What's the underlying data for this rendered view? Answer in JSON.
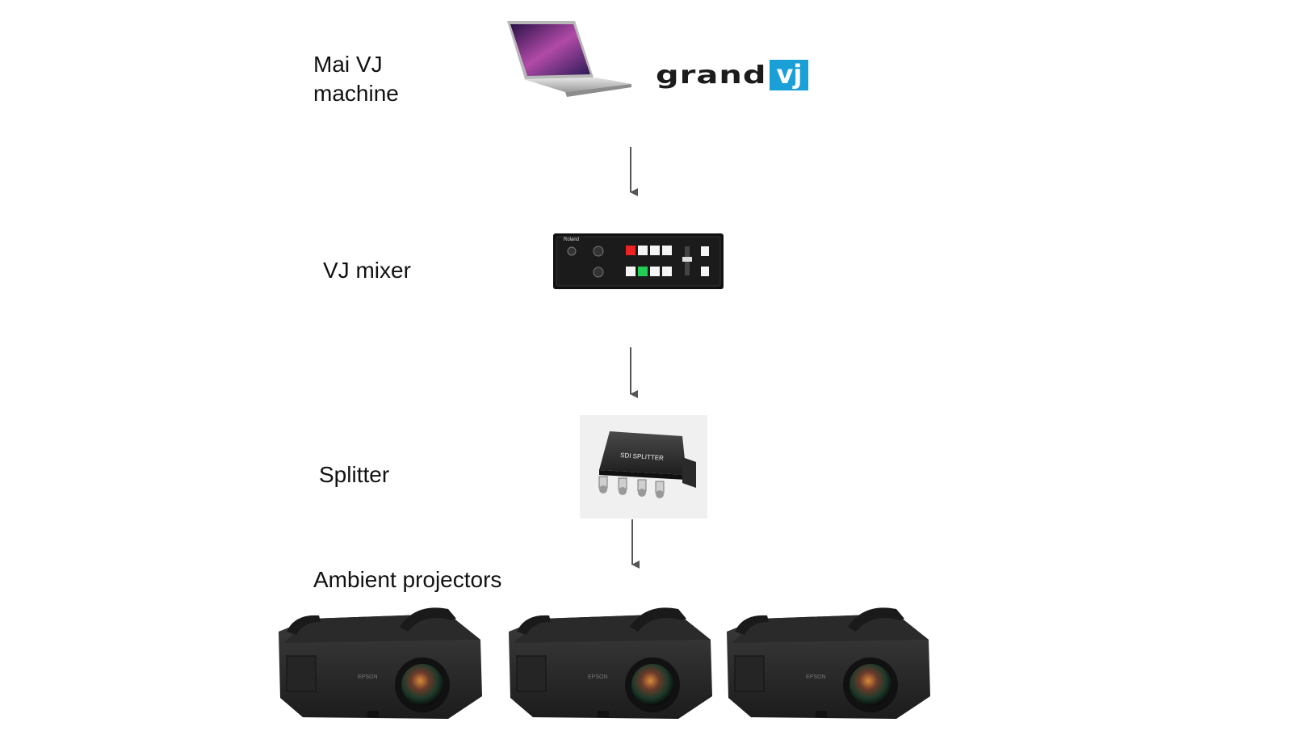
{
  "labels": {
    "machine": "Mai VJ\nmachine",
    "machine_line1": "Mai VJ",
    "machine_line2": "machine",
    "mixer": "VJ mixer",
    "splitter": "Splitter",
    "projectors": "Ambient projectors"
  },
  "logo": {
    "word": "grand",
    "badge": "vj",
    "badge_color": "#1a9fd6"
  },
  "devices": {
    "mixer_brand": "Roland",
    "splitter_label": "SDI SPLITTER",
    "projector_brand": "EPSON"
  },
  "icons": [
    "laptop-icon",
    "grandvj-logo",
    "video-mixer-icon",
    "sdi-splitter-icon",
    "projector-icon",
    "arrow-down-icon"
  ]
}
